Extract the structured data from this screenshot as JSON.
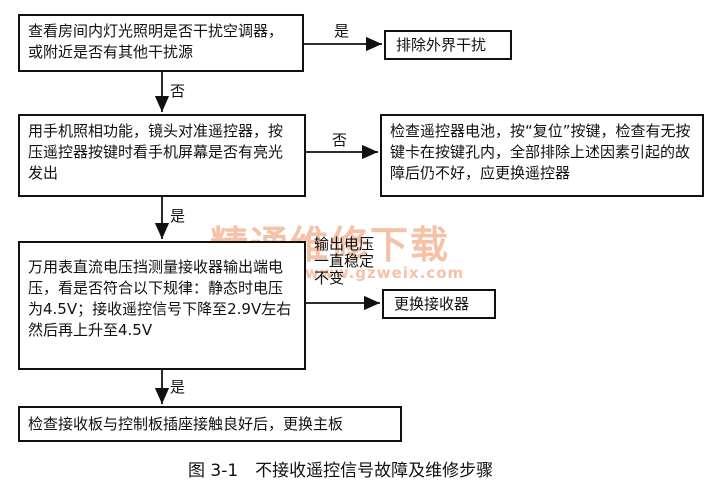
{
  "boxes": {
    "b1": "查看房间内灯光照明是否干扰空调器，或附近是否有其他干扰源",
    "b2": "排除外界干扰",
    "b3": "用手机照相功能，镜头对准遥控器，按压遥控器按键时看手机屏幕是否有亮光发出",
    "b4": "检查遥控器电池，按“复位”按键，检查有无按键卡在按键孔内，全部排除上述因素引起的故障后仍不好，应更换遥控器",
    "b5": "万用表直流电压挡测量接收器输出端电压，看是否符合以下规律：静态时电压为4.5V；接收遥控信号下降至2.9V左右然后再上升至4.5V",
    "b6": "更换接收器",
    "b7": "检查接收板与控制板插座接触良好后，更换主板"
  },
  "labels": {
    "yes1": "是",
    "no1": "否",
    "no2": "否",
    "yes2": "是",
    "steady": "输出电压一直稳定不变",
    "yes3": "是"
  },
  "watermark": {
    "line1": "精通维修下载",
    "line2": "www.gzweix.com"
  },
  "caption": "图 3-1　不接收遥控信号故障及维修步骤"
}
